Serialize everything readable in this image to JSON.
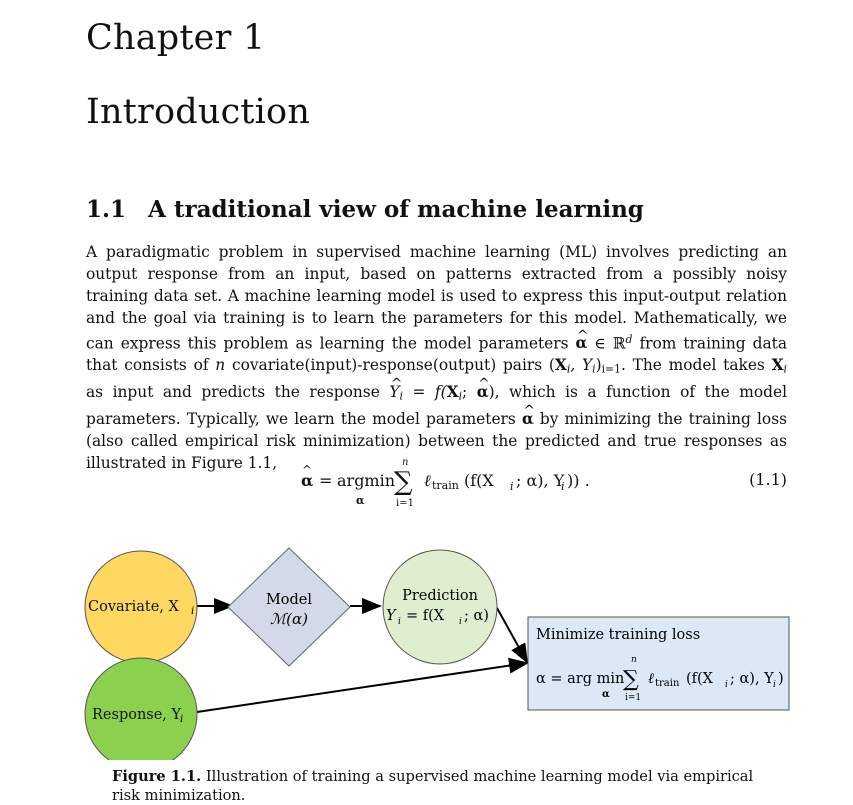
{
  "chapter": {
    "label": "Chapter 1",
    "title": "Introduction"
  },
  "section": {
    "number": "1.1",
    "title": "A traditional view of machine learning"
  },
  "paragraph": {
    "p1": "A paradigmatic problem in supervised machine learning (ML) involves predicting an output response from an input, based on patterns extracted from a possibly noisy training data set. A machine learning model is used to express this input-output relation and the goal via training is to learn the parameters for this model. Mathematically, we can express this problem as learning the model parameters ",
    "alpha_hat": "α",
    "p2": " ∈ ℝ",
    "dim": "d",
    "p3": " from training data that consists of ",
    "n": "n",
    "p4": " covariate(input)-response(output) pairs (",
    "Xi": "X",
    "i": "i",
    "p5": ", Y",
    "p6": ")",
    "range": "i=1",
    "p7": ". The model takes ",
    "p8": " as input and predicts the response ",
    "Yhat": "Y",
    "p9": " = f(",
    "p10": "; ",
    "p11": "), which is a function of the model parameters. Typically, we learn the model parameters ",
    "p12": " by minimizing the training loss (also called empirical risk minimization) between the predicted and true responses as illustrated in Figure 1.1,"
  },
  "equation": {
    "lhs": "α",
    "equals": "=",
    "op": "argmin",
    "op_sub": "α",
    "sum": "∑",
    "sum_top": "n",
    "sum_bottom": "i=1",
    "body": "ℓ",
    "body_sub": "train",
    "rest": "(f(X",
    "rest_i": "i",
    "rest2": "; α), Y",
    "rest3": "i",
    "rest4": ")) .",
    "number": "(1.1)"
  },
  "figure": {
    "covariate_label": "Covariate, X",
    "covariate_sub": "i",
    "response_label": "Response, Y",
    "response_sub": "i",
    "model_label": "Model",
    "model_formula": "ℳ(α)",
    "prediction_label": "Prediction",
    "prediction_formula": "Y",
    "prediction_formula2": "= f(X",
    "prediction_formula3": "; α)",
    "loss_title": "Minimize training loss",
    "loss_formula": "α = arg min",
    "loss_formula_sub": "α",
    "loss_sum_top": "n",
    "loss_sum_bottom": "i=1",
    "loss_formula_rest": "ℓ",
    "loss_formula_sub2": "train",
    "loss_formula_tail": "(f(X",
    "loss_formula_tail2": "; α), Y",
    "loss_formula_tail3": ")",
    "colors": {
      "covariate": "#FFD862",
      "response": "#8CD14E",
      "model": "#D3D9E6",
      "prediction": "#E0EED0",
      "loss_box": "#DBE8F5"
    }
  },
  "caption": {
    "label": "Figure 1.1.",
    "text": " Illustration of training a supervised machine learning model via empirical risk minimization."
  }
}
